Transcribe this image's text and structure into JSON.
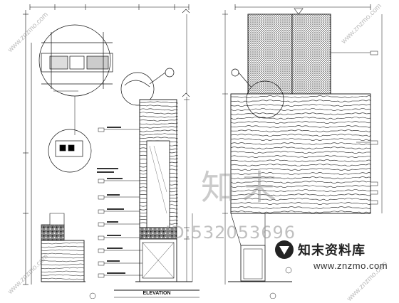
{
  "drawing": {
    "elevation_label": "ELEVATION"
  },
  "watermark": {
    "main": "知末",
    "id": "ID:532053696",
    "brand_cn": "知末资料库",
    "brand_url": "www.znzmo.com",
    "diagonal": "www.znzmo.com"
  }
}
